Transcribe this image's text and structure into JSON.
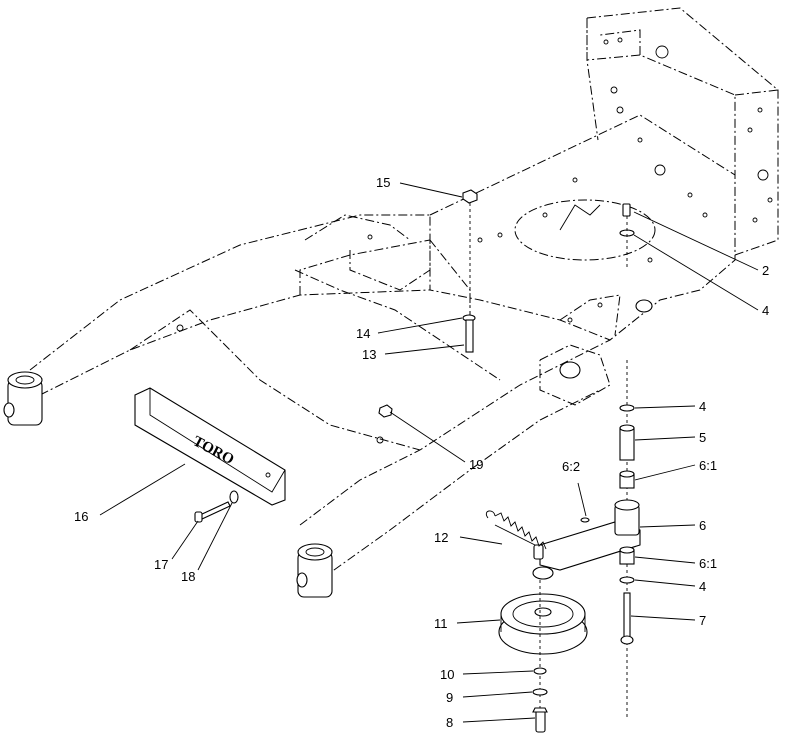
{
  "diagram": {
    "brand_plate_text": "TORO",
    "callouts": [
      {
        "id": "c15",
        "text": "15"
      },
      {
        "id": "c2",
        "text": "2"
      },
      {
        "id": "c4a",
        "text": "4"
      },
      {
        "id": "c14",
        "text": "14"
      },
      {
        "id": "c13",
        "text": "13"
      },
      {
        "id": "c4b",
        "text": "4"
      },
      {
        "id": "c5",
        "text": "5"
      },
      {
        "id": "c19",
        "text": "19"
      },
      {
        "id": "c62",
        "text": "6:2"
      },
      {
        "id": "c61a",
        "text": "6:1"
      },
      {
        "id": "c16",
        "text": "16"
      },
      {
        "id": "c6",
        "text": "6"
      },
      {
        "id": "c12",
        "text": "12"
      },
      {
        "id": "c61b",
        "text": "6:1"
      },
      {
        "id": "c17",
        "text": "17"
      },
      {
        "id": "c18",
        "text": "18"
      },
      {
        "id": "c4c",
        "text": "4"
      },
      {
        "id": "c7",
        "text": "7"
      },
      {
        "id": "c11",
        "text": "11"
      },
      {
        "id": "c10",
        "text": "10"
      },
      {
        "id": "c9",
        "text": "9"
      },
      {
        "id": "c8",
        "text": "8"
      }
    ]
  }
}
